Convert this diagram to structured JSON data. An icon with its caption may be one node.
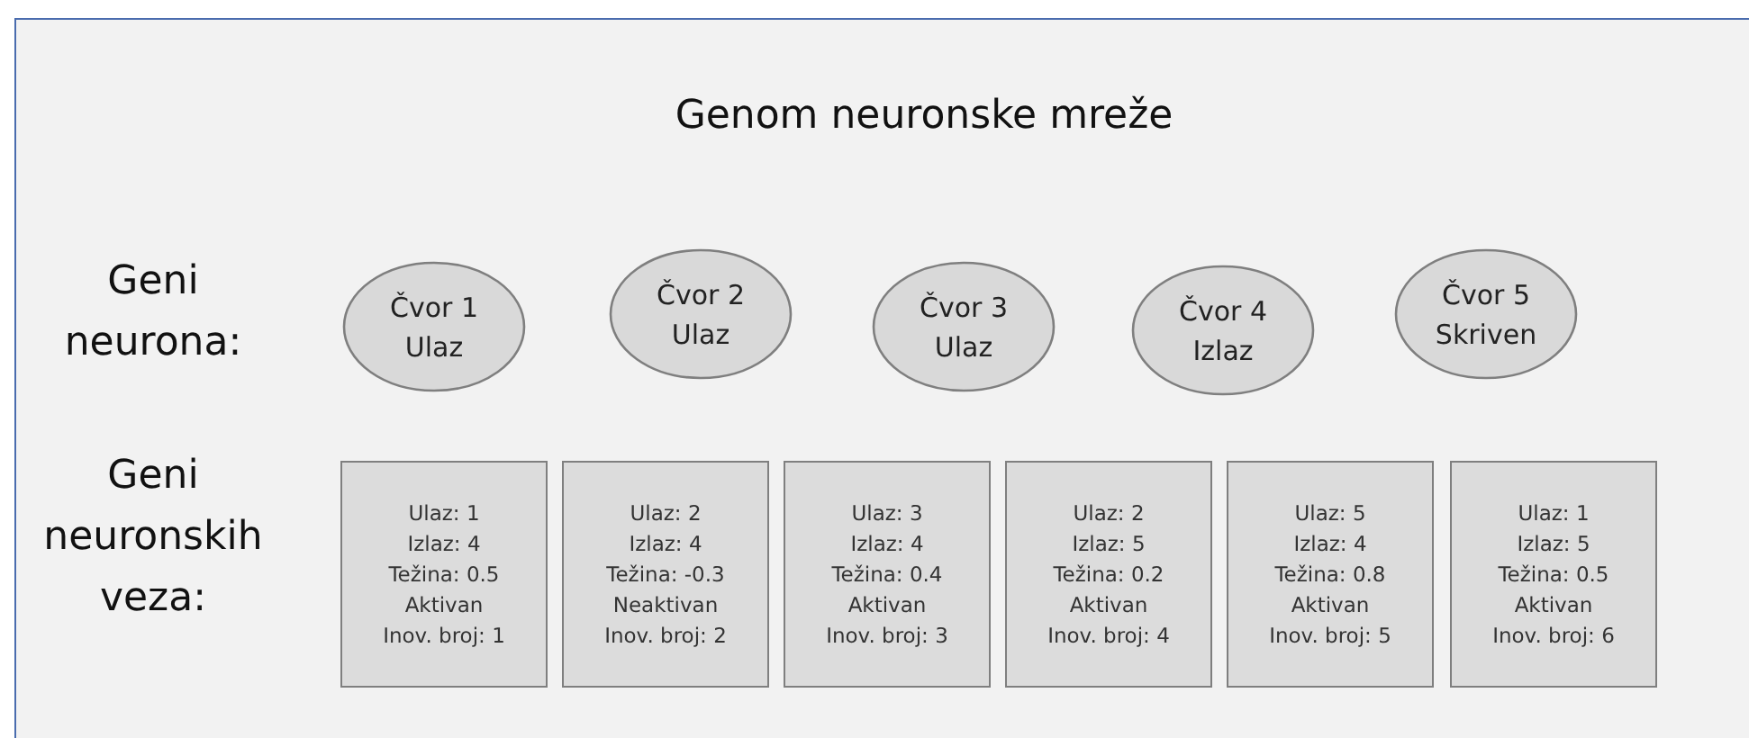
{
  "diagram": {
    "title": "Genom neuronske mreže",
    "nodes": [
      {
        "text": [
          "Čvor 1",
          "Ulaz"
        ]
      },
      {
        "text": [
          "Čvor 2",
          "Ulaz"
        ]
      },
      {
        "text": [
          "Čvor 3",
          "Ulaz"
        ]
      },
      {
        "text": [
          "Čvor 4",
          "Izlaz"
        ]
      },
      {
        "text": [
          "Čvor 5",
          "Skriven"
        ]
      },
      {
        "text": [
          "Ulaz: 1",
          "Izlaz: 4",
          "Težina: 0.5",
          "Aktivan",
          "Inov. broj: 1"
        ]
      },
      {
        "text": [
          "Ulaz: 2",
          "Izlaz: 4",
          "Težina: -0.3",
          "Neaktivan",
          "Inov. broj: 2"
        ]
      },
      {
        "text": [
          "Ulaz: 3",
          "Izlaz: 4",
          "Težina: 0.4",
          "Aktivan",
          "Inov. broj: 3"
        ]
      },
      {
        "text": [
          "Ulaz: 2",
          "Izlaz: 5",
          "Težina: 0.2",
          "Aktivan",
          "Inov. broj: 4"
        ]
      },
      {
        "text": [
          "Ulaz: 5",
          "Izlaz: 4",
          "Težina: 0.8",
          "Aktivan",
          "Inov. broj: 5"
        ]
      },
      {
        "text": [
          "Ulaz: 1",
          "Izlaz: 5",
          "Težina: 0.5",
          "Aktivan",
          "Inov. broj: 6"
        ]
      }
    ],
    "labels": [
      "Geni neurona:",
      "Geni neuronskih veza:"
    ]
  }
}
